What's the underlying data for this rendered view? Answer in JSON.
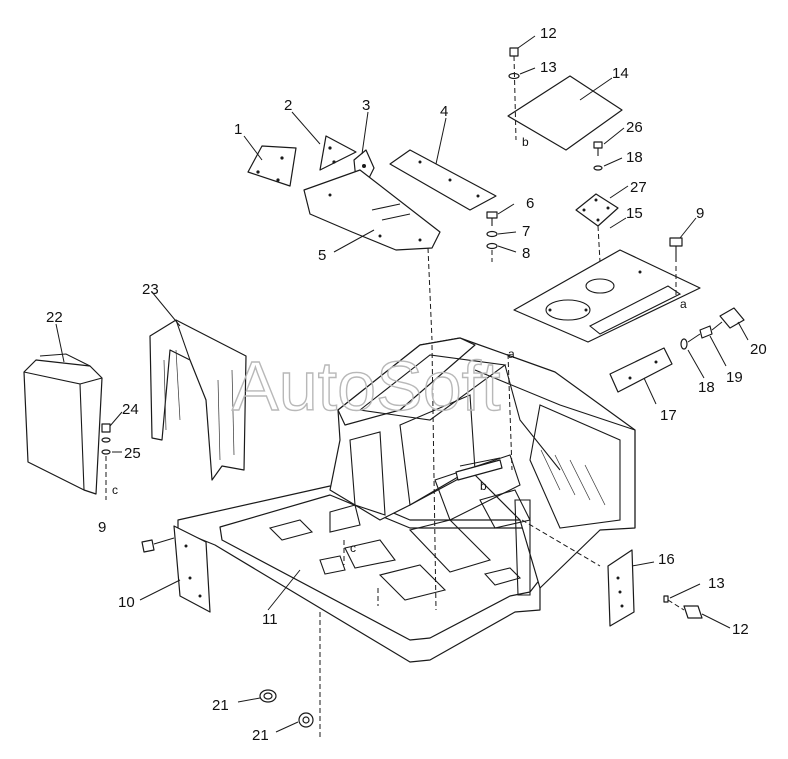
{
  "watermark": "AutoSoft",
  "callouts": [
    {
      "id": "c1",
      "text": "1"
    },
    {
      "id": "c2",
      "text": "2"
    },
    {
      "id": "c3",
      "text": "3"
    },
    {
      "id": "c4",
      "text": "4"
    },
    {
      "id": "c5",
      "text": "5"
    },
    {
      "id": "c6",
      "text": "6"
    },
    {
      "id": "c7",
      "text": "7"
    },
    {
      "id": "c8",
      "text": "8"
    },
    {
      "id": "c9a",
      "text": "9"
    },
    {
      "id": "c9b",
      "text": "9"
    },
    {
      "id": "c10",
      "text": "10"
    },
    {
      "id": "c11",
      "text": "11"
    },
    {
      "id": "c12a",
      "text": "12"
    },
    {
      "id": "c12b",
      "text": "12"
    },
    {
      "id": "c13a",
      "text": "13"
    },
    {
      "id": "c13b",
      "text": "13"
    },
    {
      "id": "c14",
      "text": "14"
    },
    {
      "id": "c15",
      "text": "15"
    },
    {
      "id": "c16",
      "text": "16"
    },
    {
      "id": "c17",
      "text": "17"
    },
    {
      "id": "c18a",
      "text": "18"
    },
    {
      "id": "c18b",
      "text": "18"
    },
    {
      "id": "c19",
      "text": "19"
    },
    {
      "id": "c20",
      "text": "20"
    },
    {
      "id": "c21a",
      "text": "21"
    },
    {
      "id": "c21b",
      "text": "21"
    },
    {
      "id": "c22",
      "text": "22"
    },
    {
      "id": "c23",
      "text": "23"
    },
    {
      "id": "c24",
      "text": "24"
    },
    {
      "id": "c25",
      "text": "25"
    },
    {
      "id": "c26",
      "text": "26"
    },
    {
      "id": "c27",
      "text": "27"
    }
  ],
  "refs": [
    {
      "id": "ra1",
      "text": "a"
    },
    {
      "id": "ra2",
      "text": "a"
    },
    {
      "id": "rb1",
      "text": "b"
    },
    {
      "id": "rb2",
      "text": "b"
    },
    {
      "id": "rc1",
      "text": "c"
    },
    {
      "id": "rc2",
      "text": "c"
    }
  ]
}
